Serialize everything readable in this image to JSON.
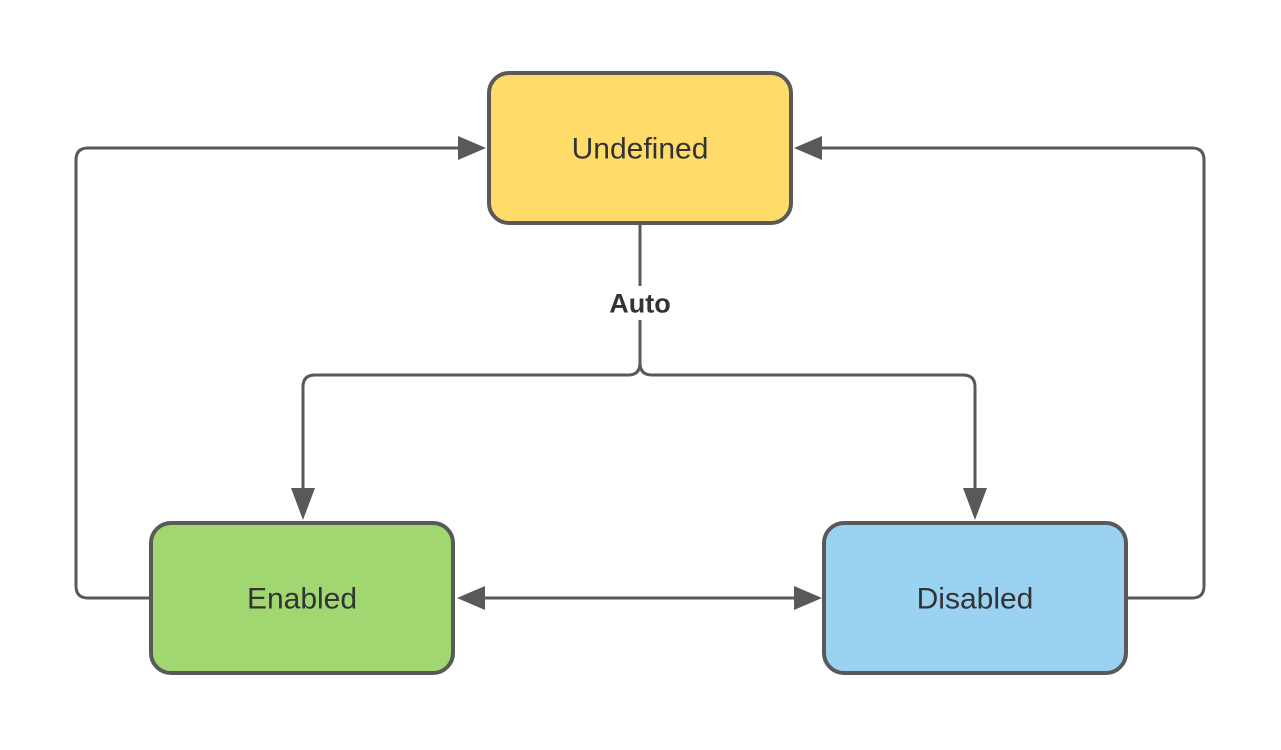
{
  "diagram": {
    "type": "state-diagram",
    "nodes": [
      {
        "id": "undefined",
        "label": "Undefined",
        "fill": "#FFDC69"
      },
      {
        "id": "enabled",
        "label": "Enabled",
        "fill": "#A0D771"
      },
      {
        "id": "disabled",
        "label": "Disabled",
        "fill": "#9AD2F2"
      }
    ],
    "edges": [
      {
        "from": "Undefined",
        "to": "Enabled",
        "label": "Auto"
      },
      {
        "from": "Undefined",
        "to": "Disabled",
        "label": "Auto"
      },
      {
        "from": "Enabled",
        "to": "Disabled",
        "label": ""
      },
      {
        "from": "Disabled",
        "to": "Enabled",
        "label": ""
      },
      {
        "from": "Enabled",
        "to": "Undefined",
        "label": ""
      },
      {
        "from": "Disabled",
        "to": "Undefined",
        "label": ""
      }
    ],
    "colors": {
      "stroke": "#595959",
      "text": "#333333",
      "background": "#ffffff"
    }
  }
}
